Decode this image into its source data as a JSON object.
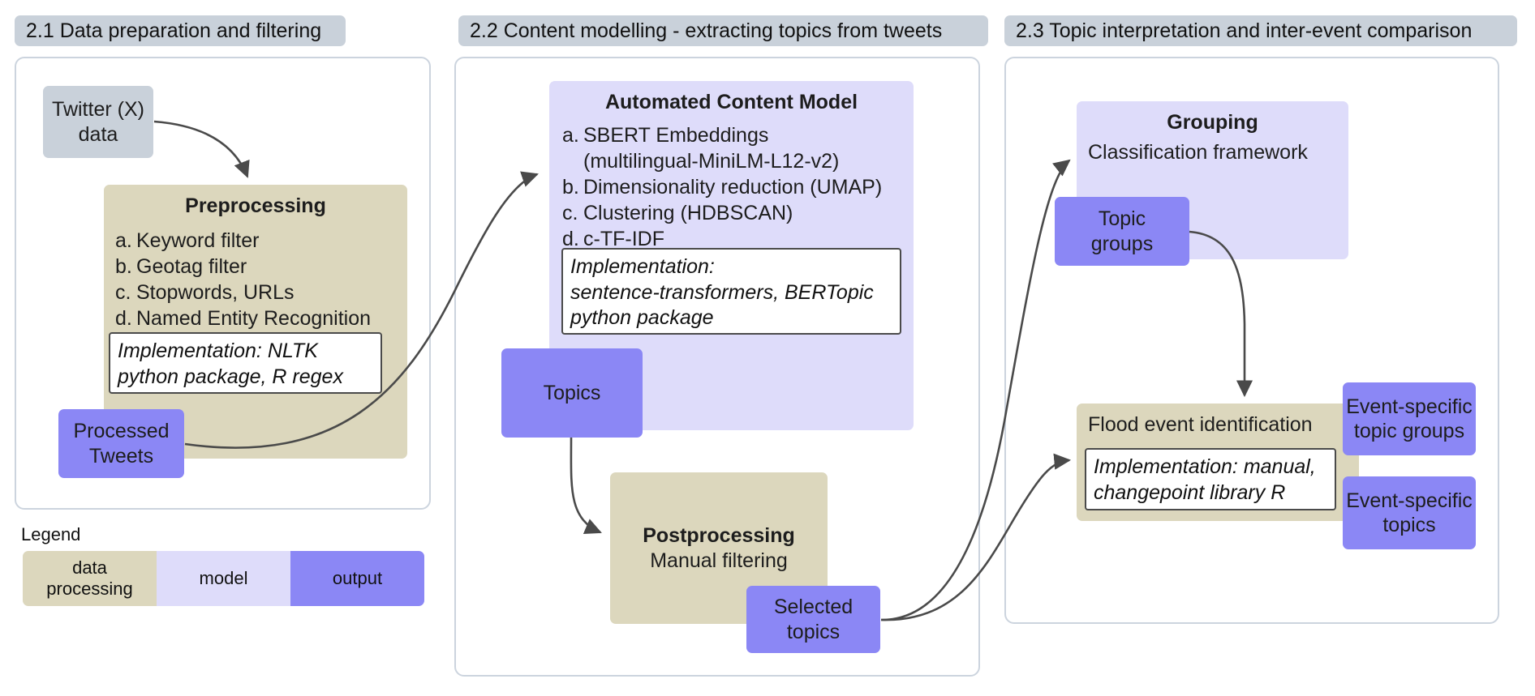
{
  "sections": [
    {
      "id": "s1",
      "label": "2.1 Data preparation and filtering"
    },
    {
      "id": "s2",
      "label": "2.2 Content modelling - extracting topics from tweets"
    },
    {
      "id": "s3",
      "label": "2.3 Topic interpretation and inter-event comparison"
    }
  ],
  "nodes": {
    "twitter_data": {
      "line1": "Twitter (X)",
      "line2": "data"
    },
    "preprocessing": {
      "title": "Preprocessing",
      "items": [
        {
          "marker": "a.",
          "text": "Keyword filter"
        },
        {
          "marker": "b.",
          "text": "Geotag filter"
        },
        {
          "marker": "c.",
          "text": "Stopwords, URLs"
        },
        {
          "marker": "d.",
          "text": "Named Entity Recognition"
        }
      ],
      "implementation_line1": "Implementation: NLTK",
      "implementation_line2": "python package, R regex"
    },
    "processed_tweets": {
      "line1": "Processed",
      "line2": "Tweets"
    },
    "content_model": {
      "title": "Automated Content Model",
      "items": [
        {
          "marker": "a.",
          "text": "SBERT Embeddings"
        },
        {
          "marker": "",
          "text": "(multilingual-MiniLM-L12-v2)"
        },
        {
          "marker": "b.",
          "text": "Dimensionality reduction (UMAP)"
        },
        {
          "marker": "c.",
          "text": "Clustering (HDBSCAN)"
        },
        {
          "marker": "d.",
          "text": "c-TF-IDF"
        }
      ],
      "implementation_line1": "Implementation:",
      "implementation_line2": "sentence-transformers, BERTopic",
      "implementation_line3": "python package"
    },
    "topics": {
      "line1": "Topics"
    },
    "postprocessing": {
      "title": "Postprocessing",
      "subtitle": "Manual filtering"
    },
    "selected_topics": {
      "line1": "Selected",
      "line2": "topics"
    },
    "grouping": {
      "title": "Grouping",
      "subtitle": "Classification framework"
    },
    "topic_groups": {
      "line1": "Topic",
      "line2": "groups"
    },
    "flood_event": {
      "title": "Flood event identification",
      "implementation_line1": "Implementation: manual,",
      "implementation_line2": "changepoint library R"
    },
    "event_topic_groups": {
      "line1": "Event-specific",
      "line2": "topic groups"
    },
    "event_topics": {
      "line1": "Event-specific",
      "line2": "topics"
    }
  },
  "legend": {
    "title": "Legend",
    "items": [
      {
        "label_line1": "data",
        "label_line2": "processing",
        "color": "#dcd7bd"
      },
      {
        "label_line1": "model",
        "label_line2": "",
        "color": "#dedcfa"
      },
      {
        "label_line1": "output",
        "label_line2": "",
        "color": "#8b87f5"
      }
    ]
  },
  "colors": {
    "data_processing": "#dcd7bd",
    "model": "#dedcfa",
    "output": "#8b87f5",
    "source": "#c9d1da",
    "section_chip": "#c9d1da",
    "panel_border": "#ccd4de",
    "arrow": "#4a4a4a"
  }
}
